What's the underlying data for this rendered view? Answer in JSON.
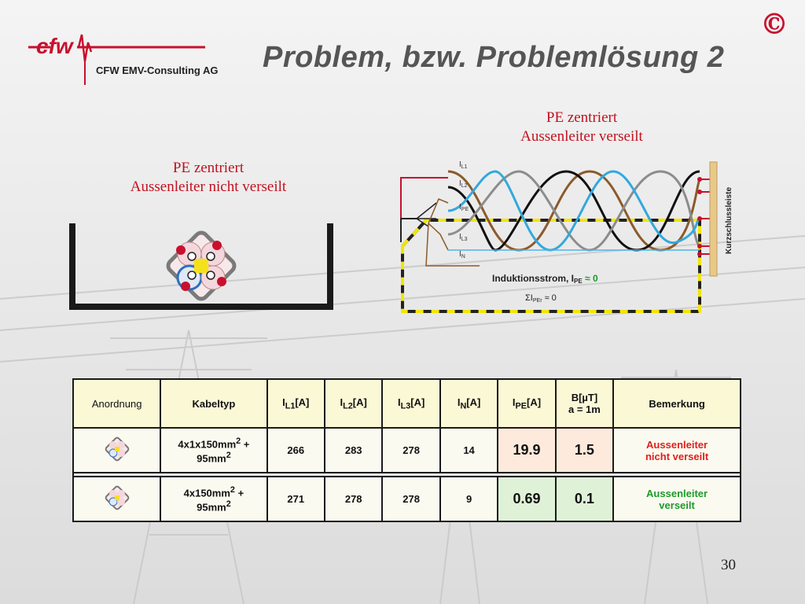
{
  "header": {
    "logo_text": "CFW EMV-Consulting AG",
    "title": "Problem, bzw. Problemlösung 2",
    "copyright_symbol": "©"
  },
  "left_diagram": {
    "caption_line1": "PE zentriert",
    "caption_line2": "Aussenleiter nicht verseilt"
  },
  "right_diagram": {
    "caption_line1": "PE zentriert",
    "caption_line2": "Aussenleiter verseilt",
    "labels": {
      "il1": "I",
      "il1_sub": "L1",
      "il2": "I",
      "il2_sub": "L2",
      "ipe": "I",
      "ipe_sub": "PE",
      "il3": "I",
      "il3_sub": "L3",
      "in": "I",
      "in_sub": "N",
      "busbar": "Kurzschlussleiste",
      "induction_prefix": "Induktionsstrom, I",
      "induction_sub": "PE",
      "induction_suffix": " ≈ 0",
      "sum_prefix": "ΣI",
      "sum_sub": "PEr",
      "sum_suffix": " ≈ 0"
    },
    "colors": {
      "l1": "#8b5a2b",
      "l2": "#111111",
      "l3": "#8c8c8c",
      "pe": "#33a8de",
      "busbar_wire": "#c8102e",
      "pe_loop": "#f2e600"
    }
  },
  "table": {
    "headers": [
      {
        "main": "Anordnung",
        "sub": "",
        "tail": ""
      },
      {
        "main": "Kabeltyp",
        "sub": "",
        "tail": ""
      },
      {
        "main": "I",
        "sub": "L1",
        "tail": "[A]"
      },
      {
        "main": "I",
        "sub": "L2",
        "tail": "[A]"
      },
      {
        "main": "I",
        "sub": "L3",
        "tail": "[A]"
      },
      {
        "main": "I",
        "sub": "N",
        "tail": "[A]"
      },
      {
        "main": "I",
        "sub": "PE",
        "tail": "[A]"
      },
      {
        "main": "B[µT]",
        "sub": "",
        "tail": "a = 1m"
      },
      {
        "main": "Bemerkung",
        "sub": "",
        "tail": ""
      }
    ],
    "rows": [
      {
        "cable_a": "4x1x150mm",
        "cable_a_sup": "2",
        "cable_a_tail": " +",
        "cable_b": "95mm",
        "cable_b_sup": "2",
        "il1": "266",
        "il2": "283",
        "il3": "278",
        "in": "14",
        "ipe": "19.9",
        "b": "1.5",
        "note_line1": "Aussenleiter",
        "note_line2": "nicht verseilt"
      },
      {
        "cable_a": "4x150mm",
        "cable_a_sup": "2",
        "cable_a_tail": " +",
        "cable_b": "95mm",
        "cable_b_sup": "2",
        "il1": "271",
        "il2": "278",
        "il3": "278",
        "in": "9",
        "ipe": "0.69",
        "b": "0.1",
        "note_line1": "Aussenleiter",
        "note_line2": "verseilt"
      }
    ]
  },
  "footer": {
    "page_number": "30"
  }
}
